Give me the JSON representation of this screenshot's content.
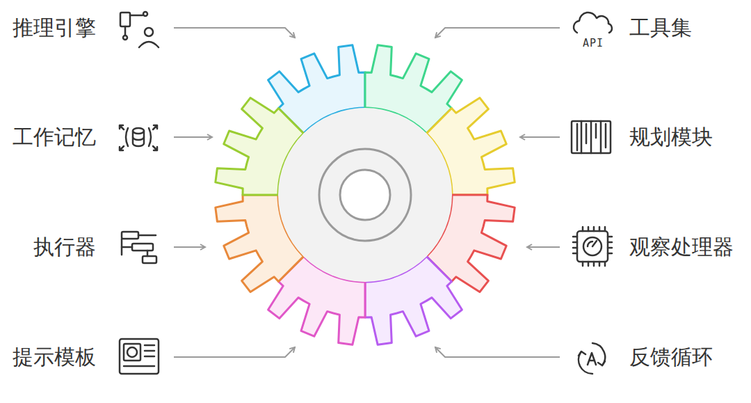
{
  "diagram": {
    "labels": [
      "推理引擎",
      "API",
      "工具集",
      "工作记忆",
      "规划模块",
      "执行器",
      "观察处理器",
      "提示模板",
      "反馈循环"
    ]
  }
}
